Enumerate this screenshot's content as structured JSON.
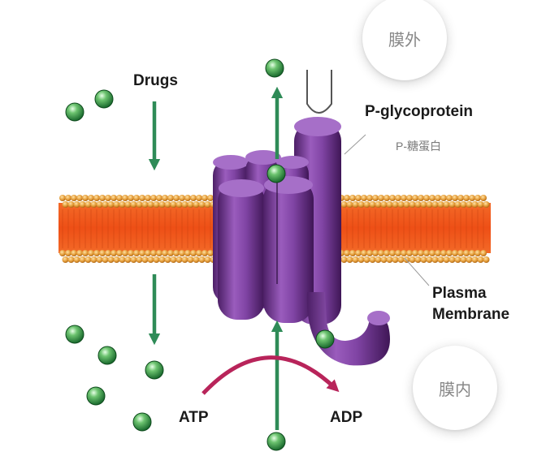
{
  "labels": {
    "drugs": "Drugs",
    "pgp": "P-glycoprotein",
    "pgp_cn": "P-糖蛋白",
    "plasma": "Plasma",
    "membrane": "Membrane",
    "atp": "ATP",
    "adp": "ADP"
  },
  "badges": {
    "outside": "膜外",
    "inside": "膜内"
  },
  "colors": {
    "head_orange": "#e8a23a",
    "core_red": "#f05a1e",
    "protein_purple": "#7e3f9f",
    "arrow_green": "#2e8b57",
    "atp_arrow": "#b8245a",
    "molecule_green": "#3aa14a"
  }
}
